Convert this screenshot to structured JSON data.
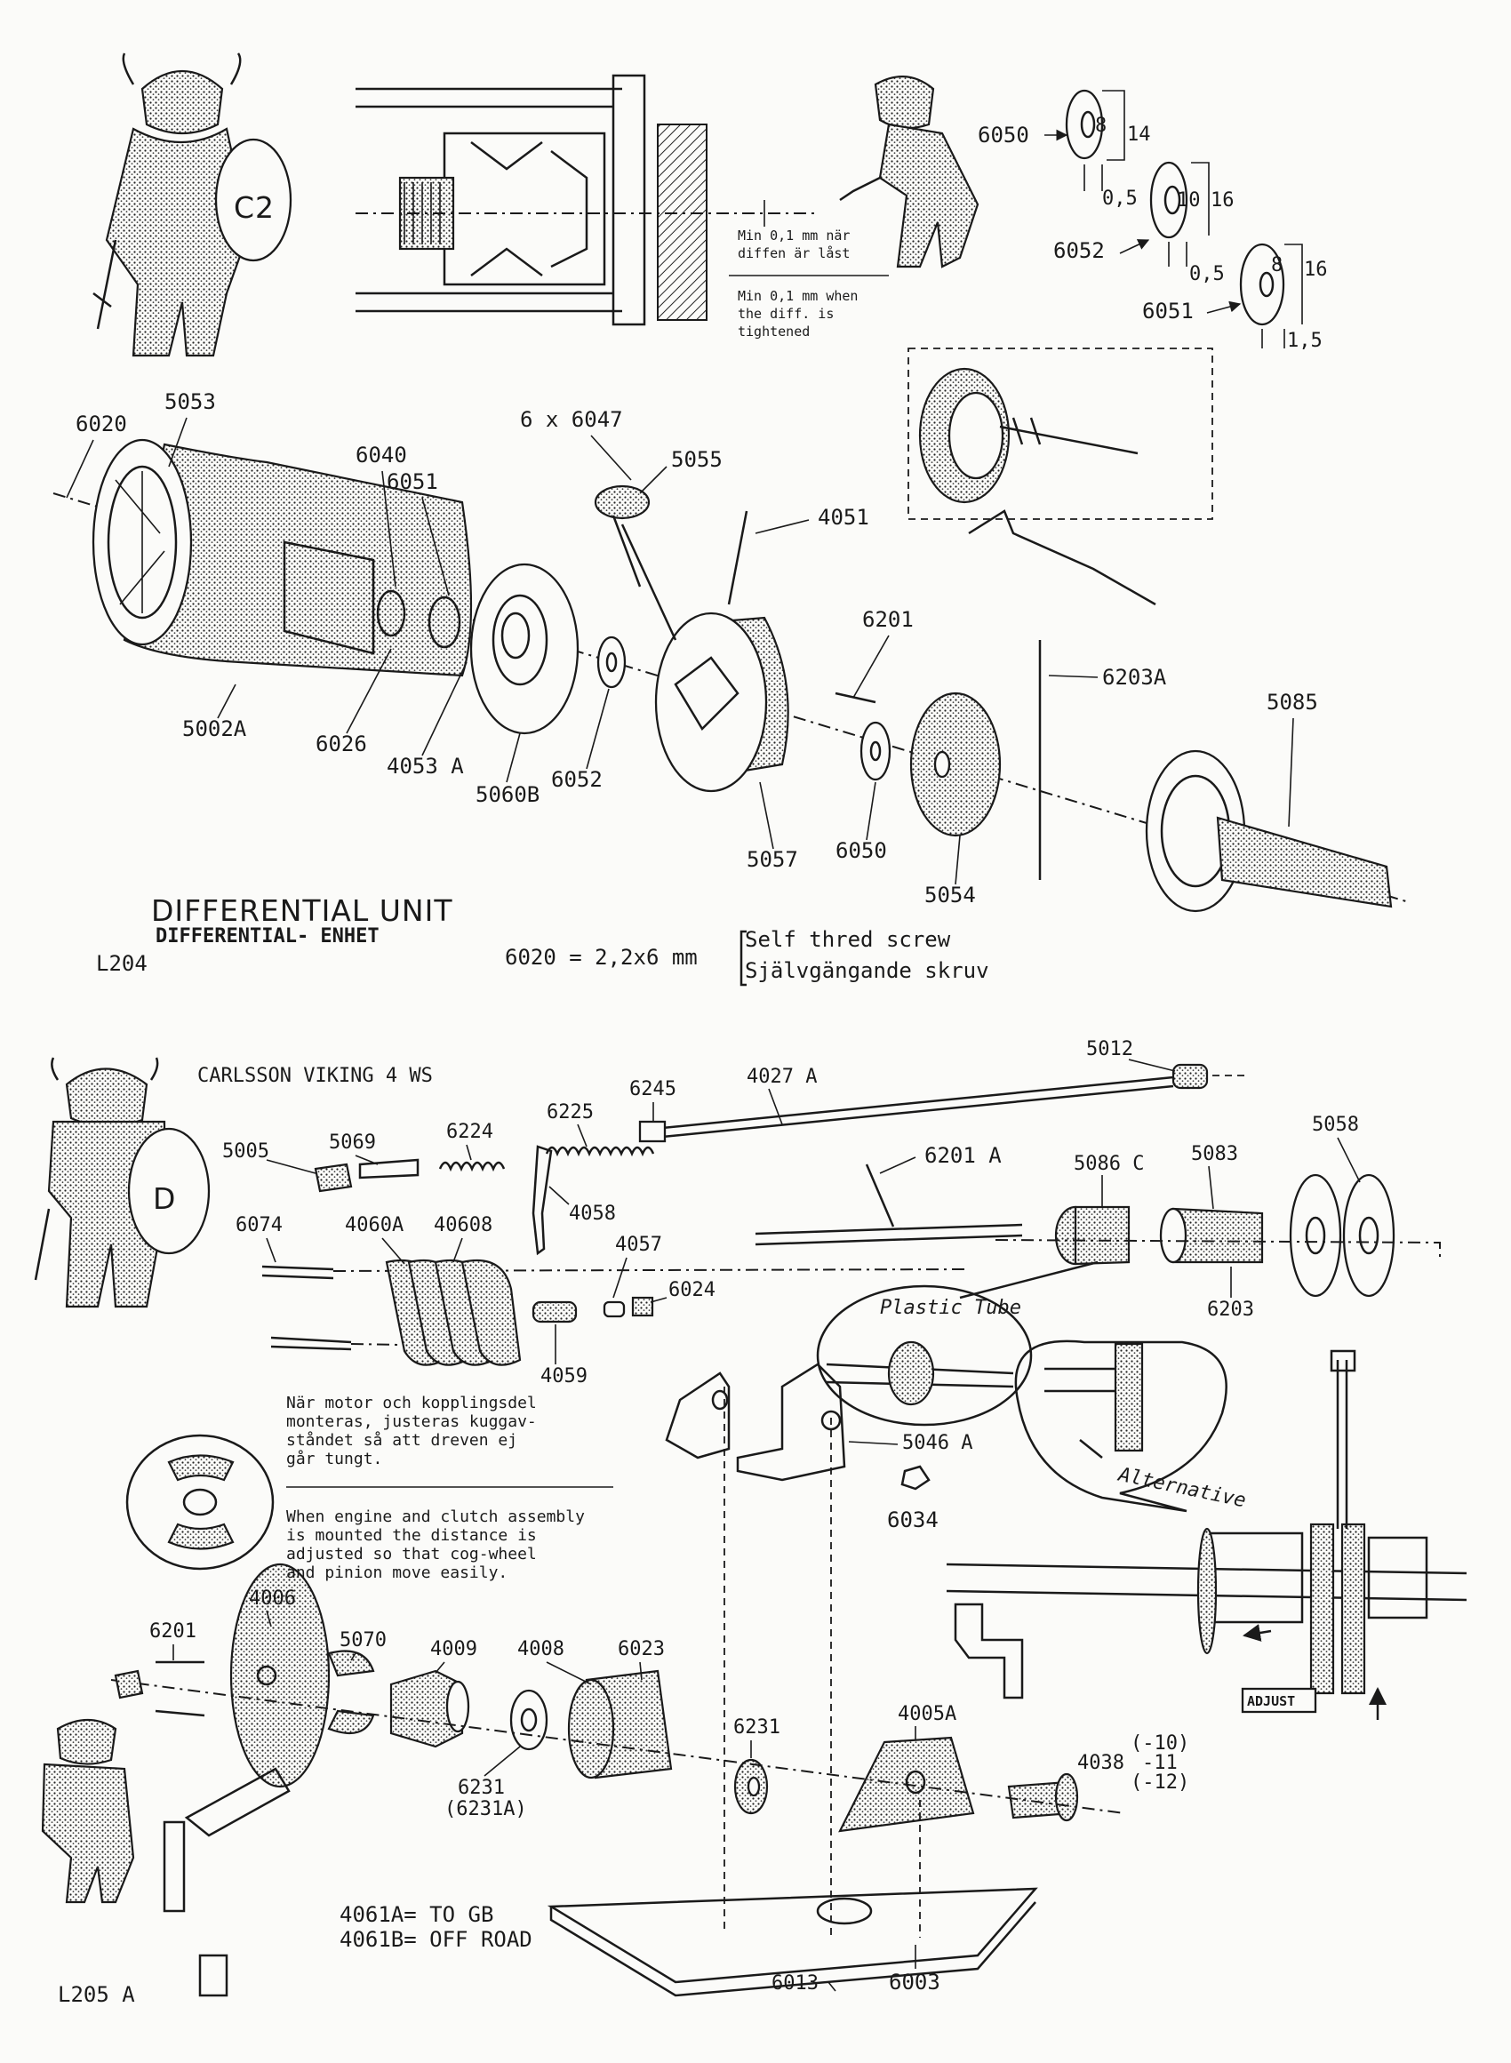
{
  "top_section": {
    "title": "DIFFERENTIAL UNIT",
    "subtitle": "DIFFERENTIAL- ENHET",
    "page_code": "L204",
    "badge": "C2",
    "screw_spec_prefix": "6020 = 2,2x6 mm",
    "screw_spec_en": "Self thred screw",
    "screw_spec_sv": "Självgängande skruv",
    "note_sv": "Min 0,1 mm när\ndiffen är låst",
    "note_en": "Min 0,1 mm when\nthe diff. is\ntightened",
    "washer_labels": {
      "w6050": "6050",
      "w6052": "6052",
      "w6051": "6051",
      "d14": "14",
      "d16a": "16",
      "d16b": "16",
      "d10": "10",
      "d8a": "8",
      "d8b": "8",
      "t05a": "0,5",
      "t05b": "0,5",
      "t15": "1,5"
    },
    "part_labels": {
      "p6020": "6020",
      "p5053": "5053",
      "p6040": "6040",
      "p6051": "6051",
      "p6047": "6 x 6047",
      "p5055": "5055",
      "p4051": "4051",
      "p6201": "6201",
      "p6203A": "6203A",
      "p5085": "5085",
      "p5002A": "5002A",
      "p6026": "6026",
      "p4053A": "4053 A",
      "p5060B": "5060B",
      "p6052": "6052",
      "p5057": "5057",
      "p6050": "6050",
      "p5054": "5054"
    }
  },
  "bottom_section": {
    "model": "CARLSSON VIKING 4 WS",
    "badge": "D",
    "page_code": "L205 A",
    "note_sv": "När motor och kopplingsdel\nmonteras, justeras kuggav-\nståndet så att dreven ej\ngår tungt.",
    "note_en": "When engine and clutch assembly\nis mounted the distance is\nadjusted so that cog-wheel\nand pinion move easily.",
    "gear_notes": [
      "4061A= TO GB",
      "4061B= OFF ROAD"
    ],
    "callouts": {
      "plastic_tube": "Plastic Tube",
      "alternative": "Alternative",
      "adjust": "ADJUST"
    },
    "pinion_options": [
      "(-10)",
      "-11",
      "(-12)"
    ],
    "part_labels": {
      "p5012": "5012",
      "p4027A": "4027 A",
      "p6245": "6245",
      "p6225": "6225",
      "p6224": "6224",
      "p5069": "5069",
      "p5005": "5005",
      "p6201A": "6201 A",
      "p5086C": "5086 C",
      "p5083": "5083",
      "p5058": "5058",
      "p6074": "6074",
      "p4060A": "4060A",
      "p4060B": "40608",
      "p4058": "4058",
      "p4057": "4057",
      "p6024": "6024",
      "p4059": "4059",
      "p6203": "6203",
      "p5046A": "5046 A",
      "p6034": "6034",
      "p6201": "6201",
      "p4006": "4006",
      "p5070": "5070",
      "p4009": "4009",
      "p4008": "4008",
      "p6023": "6023",
      "p6231": "6231",
      "p6231A": "(6231A)",
      "p6231b": "6231",
      "p4005A": "4005A",
      "p4038": "4038",
      "p6013": "6013",
      "p6003": "6003"
    }
  }
}
